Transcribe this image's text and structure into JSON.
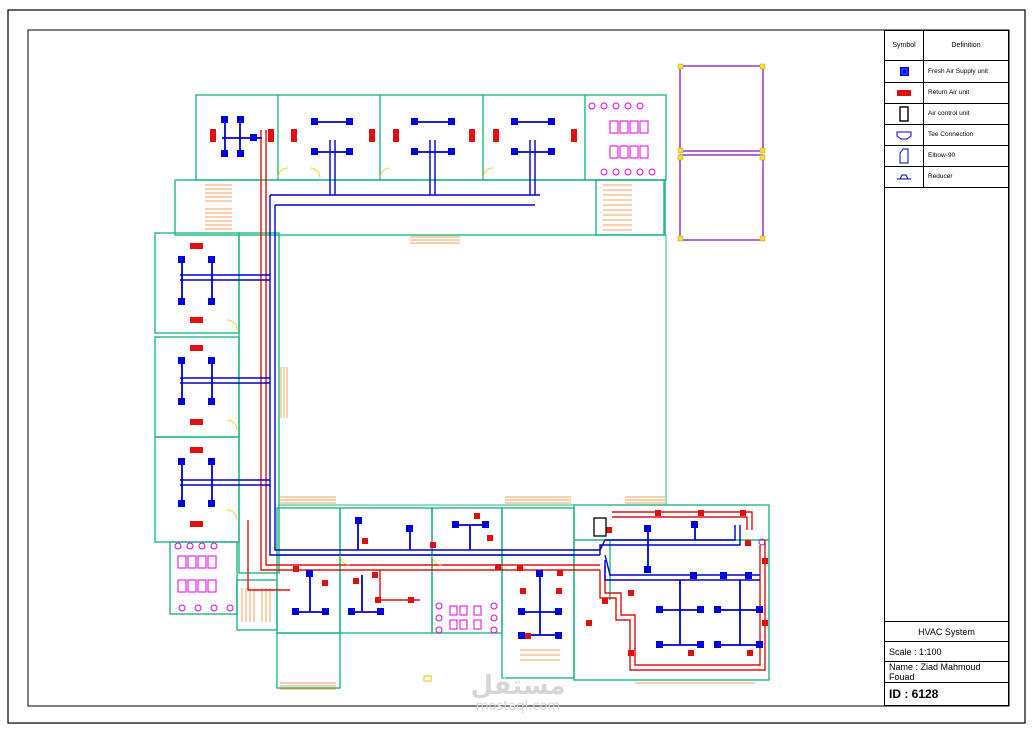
{
  "legend": {
    "header_symbol": "Symbol",
    "header_definition": "Definition",
    "items": [
      {
        "icon": "fresh-air-supply-icon",
        "label": "Fresh Air Supply unit"
      },
      {
        "icon": "return-air-icon",
        "label": "Return Air unit"
      },
      {
        "icon": "air-control-icon",
        "label": "Air control unit"
      },
      {
        "icon": "tee-connection-icon",
        "label": "Tee Connection"
      },
      {
        "icon": "elbow-icon",
        "label": "Elbow-90"
      },
      {
        "icon": "reducer-icon",
        "label": "Reducer"
      }
    ]
  },
  "title_block": {
    "title": "HVAC System",
    "scale": "Scale : 1:100",
    "name": "Name : Ziad Mahmoud Fouad",
    "id": "ID : 6128"
  },
  "watermark": {
    "arabic": "مستقل",
    "latin": "mostaql.com"
  },
  "colors": {
    "wall": "#20b880",
    "supply_duct": "#0000cc",
    "return_duct": "#e01010",
    "fixture": "#e000e0",
    "stairs": "#f08020",
    "frame": "#000000"
  }
}
